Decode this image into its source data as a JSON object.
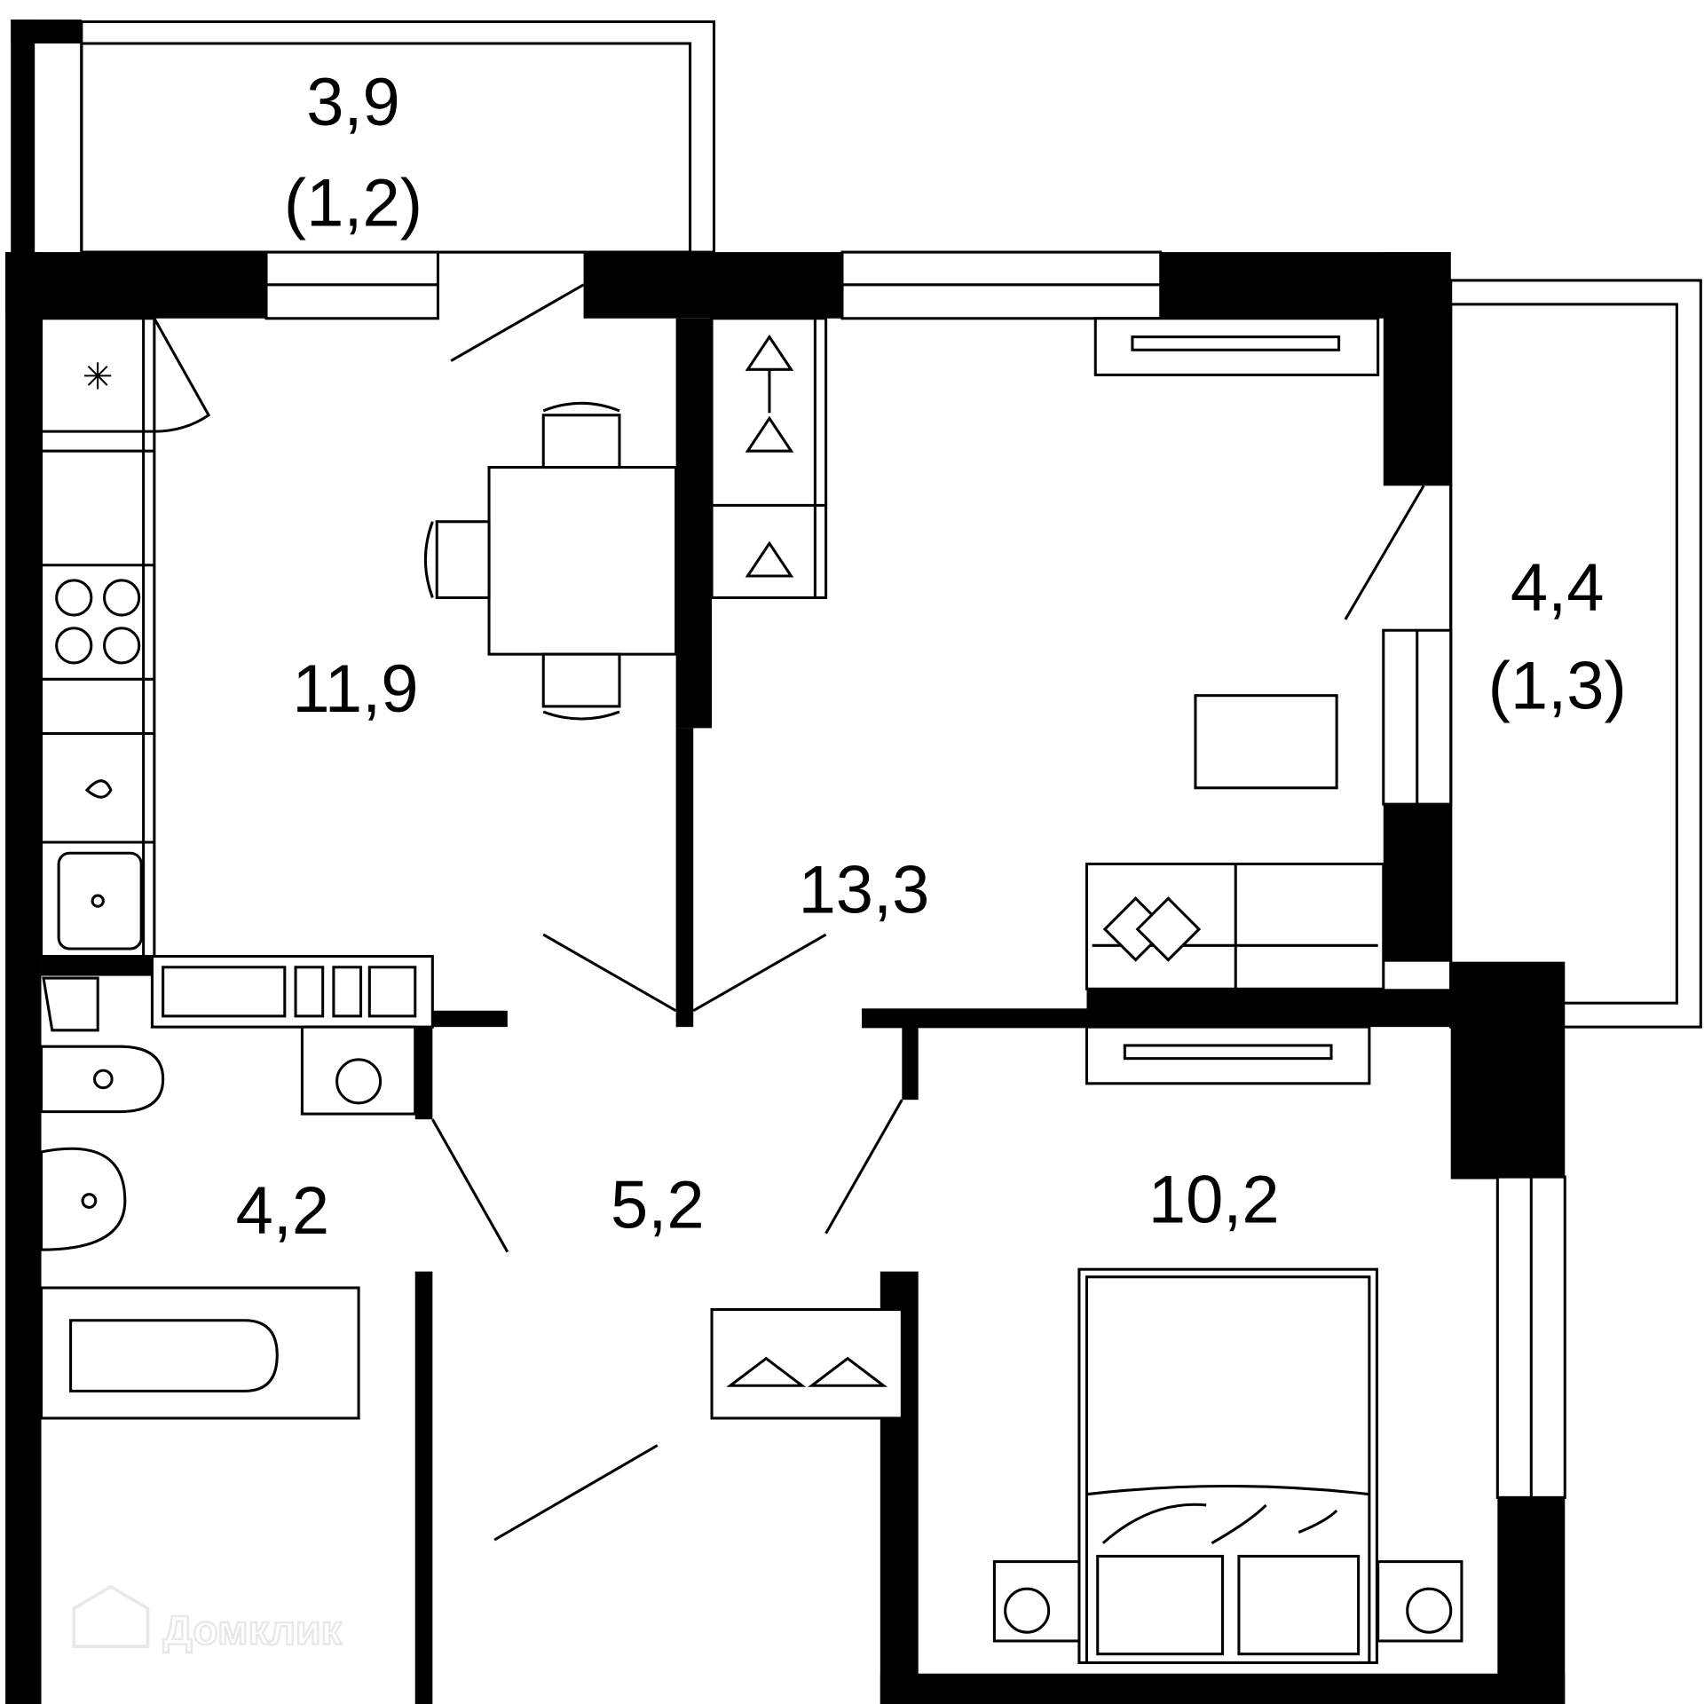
{
  "plan": {
    "rooms": [
      {
        "id": "balcony-top",
        "area": "3,9",
        "sub_area": "(1,2)"
      },
      {
        "id": "kitchen",
        "area": "11,9"
      },
      {
        "id": "living-room",
        "area": "13,3"
      },
      {
        "id": "balcony-right",
        "area": "4,4",
        "sub_area": "(1,3)"
      },
      {
        "id": "bathroom",
        "area": "4,2"
      },
      {
        "id": "hallway",
        "area": "5,2"
      },
      {
        "id": "bedroom",
        "area": "10,2"
      }
    ],
    "colors": {
      "wall": "#000000",
      "background": "#ffffff",
      "watermark": "#e8e8e8"
    }
  },
  "watermark": {
    "text": "Домклик"
  }
}
